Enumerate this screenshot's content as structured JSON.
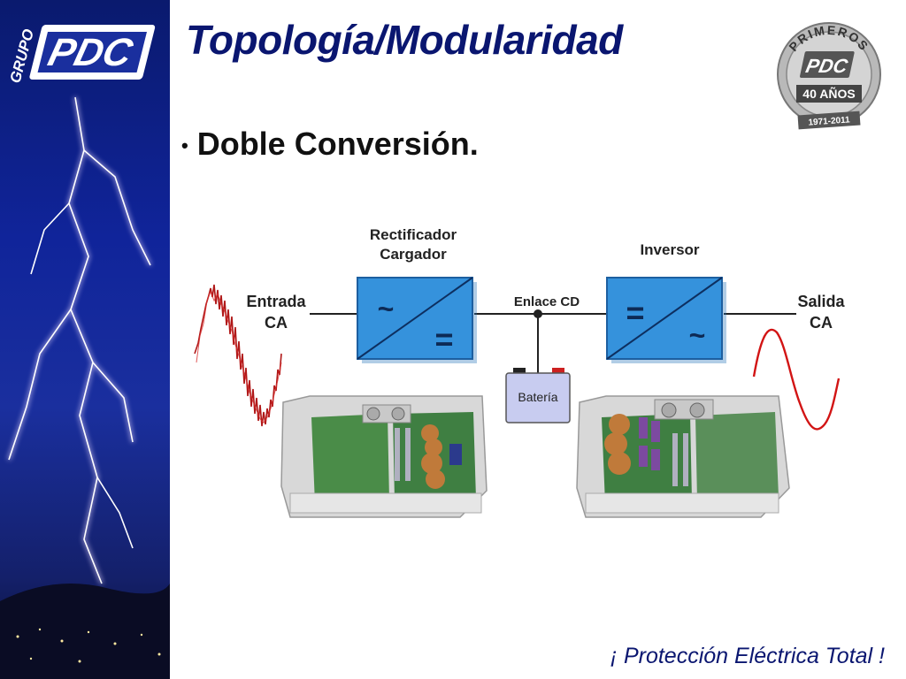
{
  "slide": {
    "title": "Topología/Modularidad",
    "bullet": "Doble Conversión.",
    "footer": "¡ Protección Eléctrica Total !"
  },
  "logo": {
    "vertical_text": "GRUPO",
    "mark": "PDC"
  },
  "seal": {
    "top_text": "PRIMEROS",
    "mark": "PDC",
    "years": "40 AÑOS",
    "range": "1971-2011"
  },
  "diagram": {
    "rectifier_label_1": "Rectificador",
    "rectifier_label_2": "Cargador",
    "inverter_label": "Inversor",
    "input_label_1": "Entrada",
    "input_label_2": "CA",
    "output_label_1": "Salida",
    "output_label_2": "CA",
    "dc_link_label": "Enlace CD",
    "battery_label": "Batería",
    "ac_symbol": "~",
    "dc_symbol": "="
  },
  "colors": {
    "title": "#0a1670",
    "module_blue": "#2f8fd8",
    "waveform_red": "#cc1111",
    "battery_fill": "#c8ccf0"
  }
}
